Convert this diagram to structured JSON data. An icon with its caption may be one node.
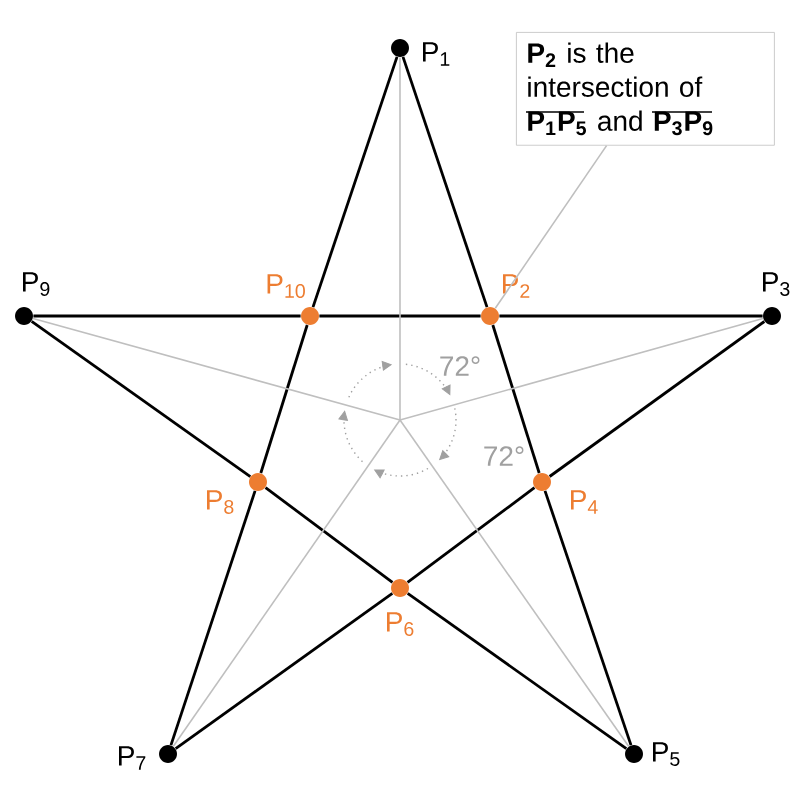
{
  "diagram": {
    "nodes": [
      {
        "text": [
          "P$_{1}$"
        ]
      },
      {
        "text": [
          "P$_{2}$"
        ]
      },
      {
        "text": [
          "P$_{3}$"
        ]
      },
      {
        "text": [
          "P$_{4}$"
        ]
      },
      {
        "text": [
          "P$_{5}$"
        ]
      },
      {
        "text": [
          "P$_{6}$"
        ]
      },
      {
        "text": [
          "P$_{7}$"
        ]
      },
      {
        "text": [
          "P$_{8}$"
        ]
      },
      {
        "text": [
          "P$_{9}$"
        ]
      },
      {
        "text": [
          "P$_{10}$"
        ]
      },
      {
        "text": [
          "**P$_{2}$** is the intersection of **P$_{1}$P$_{5}$** and **P$_{3}$P$_{9}$**"
        ]
      }
    ],
    "edges": [
      {
        "from": 0,
        "to": 1,
        "arrow": "none"
      },
      {
        "from": 1,
        "to": 3,
        "arrow": "none"
      },
      {
        "from": 3,
        "to": 4,
        "arrow": "none"
      },
      {
        "from": 4,
        "to": 5,
        "arrow": "none"
      },
      {
        "from": 5,
        "to": 7,
        "arrow": "none"
      },
      {
        "from": 7,
        "to": 8,
        "arrow": "none"
      },
      {
        "from": 8,
        "to": 9,
        "arrow": "none"
      },
      {
        "from": 9,
        "to": 1,
        "arrow": "none"
      },
      {
        "from": 1,
        "to": 2,
        "arrow": "none"
      },
      {
        "from": 2,
        "to": 3,
        "arrow": "none"
      },
      {
        "from": 3,
        "to": 5,
        "arrow": "none"
      },
      {
        "from": 5,
        "to": 6,
        "arrow": "none"
      },
      {
        "from": 6,
        "to": 7,
        "arrow": "none"
      },
      {
        "from": 7,
        "to": 9,
        "arrow": "none"
      },
      {
        "from": 9,
        "to": 0,
        "arrow": "none"
      },
      {
        "from": null,
        "to": 0,
        "arrow": "none",
        "color": "#bfbfbf"
      },
      {
        "from": null,
        "to": 2,
        "arrow": "none",
        "color": "#bfbfbf"
      },
      {
        "from": null,
        "to": 4,
        "arrow": "none",
        "color": "#bfbfbf"
      },
      {
        "from": null,
        "to": 6,
        "arrow": "none",
        "color": "#bfbfbf"
      },
      {
        "from": null,
        "to": 8,
        "arrow": "none",
        "color": "#bfbfbf"
      },
      {
        "from": 10,
        "to": 1,
        "arrow": "none",
        "color": "#bfbfbf"
      }
    ],
    "labels": [
      "72°",
      "72°"
    ]
  }
}
